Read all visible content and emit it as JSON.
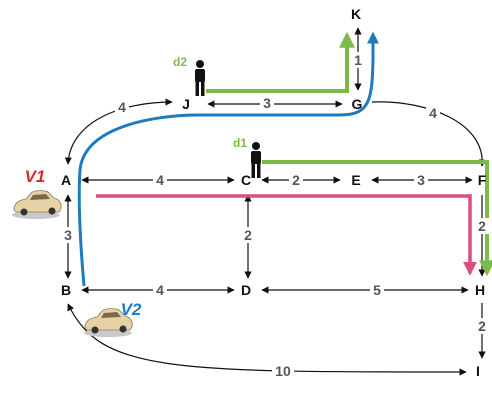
{
  "nodes": {
    "A": "A",
    "B": "B",
    "C": "C",
    "D": "D",
    "E": "E",
    "F": "F",
    "G": "G",
    "H": "H",
    "I": "I",
    "J": "J",
    "K": "K"
  },
  "weights": {
    "J_G": "3",
    "A_J": "4",
    "G_F": "4",
    "G_K": "1",
    "A_C": "4",
    "C_E": "2",
    "E_F": "3",
    "A_B": "3",
    "C_D": "2",
    "B_D": "4",
    "D_H": "5",
    "F_H": "2",
    "H_I": "2",
    "B_I": "10"
  },
  "vehicles": {
    "v1": "V1",
    "v2": "V2"
  },
  "passengers": {
    "d1": "d1",
    "d2": "d2"
  },
  "colors": {
    "v1_route": "#d94f7a",
    "v2_route": "#1f7bbf",
    "passenger_route": "#7cbb4a",
    "v1_label": "#d62a2a",
    "v2_label": "#1f7bbf",
    "edge": "#111111",
    "car_body": "#e6d2a6",
    "car_dark": "#8f7a55"
  }
}
